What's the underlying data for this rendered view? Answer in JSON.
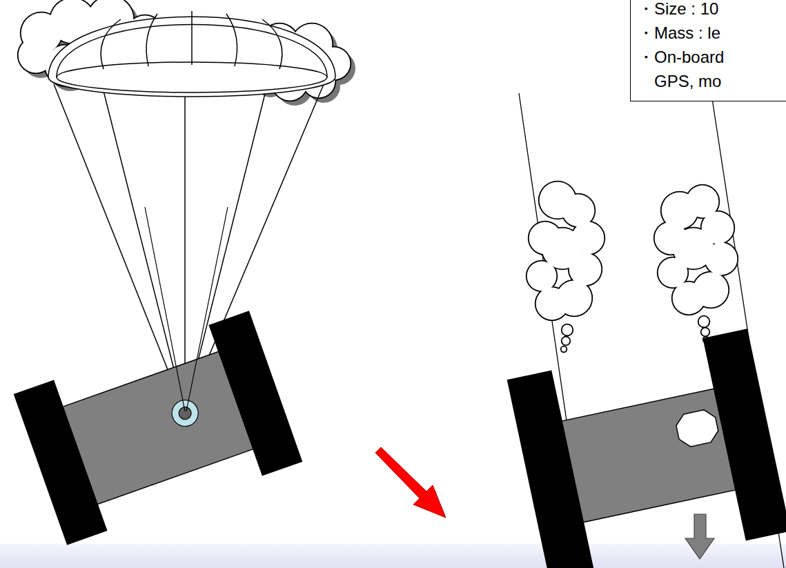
{
  "diagram": {
    "nodes": [
      {
        "text": [
          "・Size : 10",
          "・Mass : le",
          "・On-board GPS, mo"
        ]
      }
    ]
  }
}
